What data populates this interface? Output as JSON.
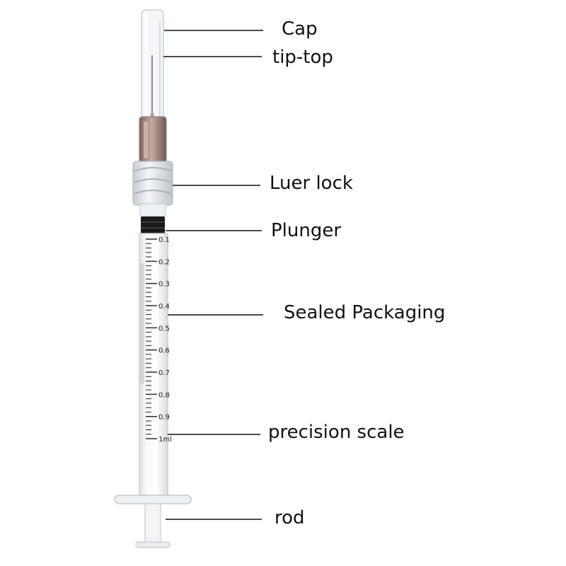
{
  "callouts": {
    "cap": "Cap",
    "tip_top": "tip-top",
    "luer_lock": "Luer lock",
    "plunger": "Plunger",
    "sealed_packaging": "Sealed Packaging",
    "precision_scale": "precision scale",
    "rod": "rod"
  },
  "scale": {
    "labels": [
      "0.1",
      "0.2",
      "0.3",
      "0.4",
      "0.5",
      "0.6",
      "0.7",
      "0.8",
      "0.9",
      "1ml"
    ]
  },
  "colors": {
    "barrel": "#f3f5f7",
    "outline": "#c9ced3",
    "needle_hub": "#9c7f74",
    "plunger_tip": "#1a1a1a",
    "leader_line": "#111111",
    "scale_ink": "#222222"
  }
}
